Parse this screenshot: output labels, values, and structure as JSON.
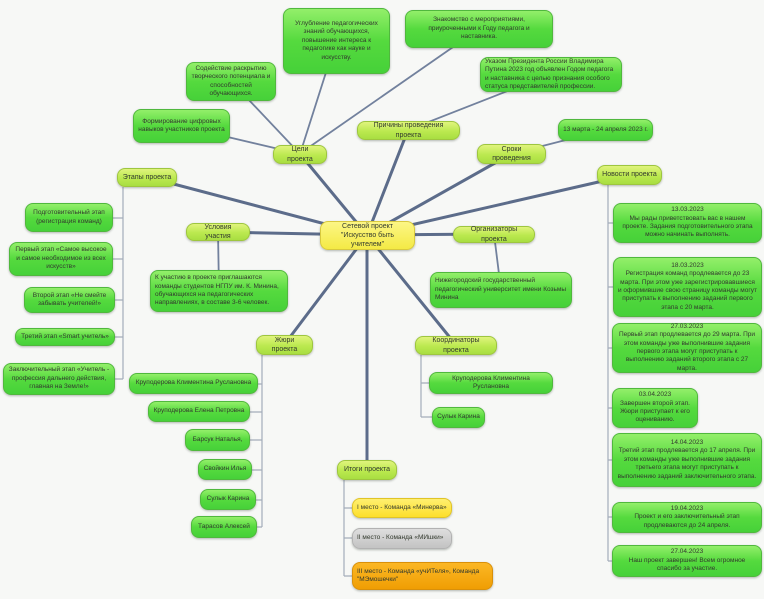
{
  "center": {
    "title": "Сетевой проект \"Искусство быть учителем\""
  },
  "goals": {
    "label": "Цели проекта",
    "items": [
      "Углубление педагогических знаний обучающихся, повышение интереса к педагогике как науке и искусству.",
      "Знакомство с мероприятиями, приуроченными к Году педагога и наставника.",
      "Содействие раскрытию творческого потенциала и способностей обучающихся.",
      "Формирование цифровых навыков участников проекта"
    ]
  },
  "reasons": {
    "label": "Причины проведения проекта",
    "items": [
      "Указом Президента России Владимира Путина 2023 год объявлен Годом педагога и наставника с целью признания особого статуса представителей профессии."
    ]
  },
  "dates": {
    "label": "Сроки проведения",
    "items": [
      "13 марта - 24 апреля 2023 г."
    ]
  },
  "news": {
    "label": "Новости проекта",
    "items": [
      {
        "date": "13.03.2023",
        "text": "Мы рады приветствовать вас в нашем проекте. Задания подготовительного этапа можно начинать выполнять."
      },
      {
        "date": "18.03.2023",
        "text": "Регистрация команд продлевается до 23 марта. При этом уже зарегистрировавшиеся и оформившие свою страницу команды могут приступать к выполнению заданий первого этапа с 20 марта."
      },
      {
        "date": "27.03.2023",
        "text": "Первый этап продлевается до 29 марта. При этом команды уже выполнившие задания первого этапа могут приступать к выполнению заданий второго этапа с 27 марта."
      },
      {
        "date": "03.04.2023",
        "text": "Завершен второй этап. Жюри приступает к его оцениванию."
      },
      {
        "date": "14.04.2023",
        "text": "Третий этап продлевается до 17 апреля. При этом команды уже выполнившие задания третьего этапа могут приступать к выполнению заданий заключительного этапа."
      },
      {
        "date": "19.04.2023",
        "text": "Проект и его заключительный этап продлеваются до 24 апреля."
      },
      {
        "date": "27.04.2023",
        "text": "Наш проект завершен! Всем огромное спасибо за участие."
      }
    ]
  },
  "stages": {
    "label": "Этапы проекта",
    "items": [
      "Подготовительный этап (регистрация команд)",
      "Первый этап «Самое высокое и самое необходимое из всех искусств»",
      "Второй этап «Не смейте забывать учителей!»",
      "Третий этап «Smart учитель»",
      "Заключительный этап «Учитель - профессия дальнего действия, главная на Земле!»"
    ]
  },
  "conditions": {
    "label": "Условия участия",
    "items": [
      "К участию в проекте приглашаются команды студентов НГПУ им. К. Минина, обучающихся на педагогических направлениях, в составе 3-6 человек."
    ]
  },
  "organizers": {
    "label": "Организаторы проекта",
    "items": [
      "Нижегородский государственный педагогический университет имени Козьмы Минина"
    ]
  },
  "jury": {
    "label": "Жюри проекта",
    "members": [
      "Круподерова Климентина Руслановна",
      "Круподерова Елена Петровна",
      "Барсук Наталья,",
      "Свойкин Илья",
      "Сулык Карина",
      "Тарасов Алексей"
    ]
  },
  "coordinators": {
    "label": "Координаторы проекта",
    "members": [
      "Круподерова Климентина Руслановна",
      "Сулык Карина"
    ]
  },
  "results": {
    "label": "Итоги проекта",
    "places": [
      {
        "rank": "1",
        "text": "I место - Команда «Минерва»",
        "color": "#fddf2b"
      },
      {
        "rank": "2",
        "text": "II место - Команда «МИшки»",
        "color": "#c9c9c9"
      },
      {
        "rank": "3",
        "text": "III место - Команда «учИТеля», Команда \"МЭмошечки\"",
        "color": "#f2a40a"
      }
    ]
  },
  "colors": {
    "node_green": "#52d93c",
    "topic_lime": "#bce84e",
    "center_yellow": "#f6ee4e",
    "edge_thick": "#5c6c8a",
    "edge_thin": "#a4adba",
    "background": "#f7f8f6"
  }
}
